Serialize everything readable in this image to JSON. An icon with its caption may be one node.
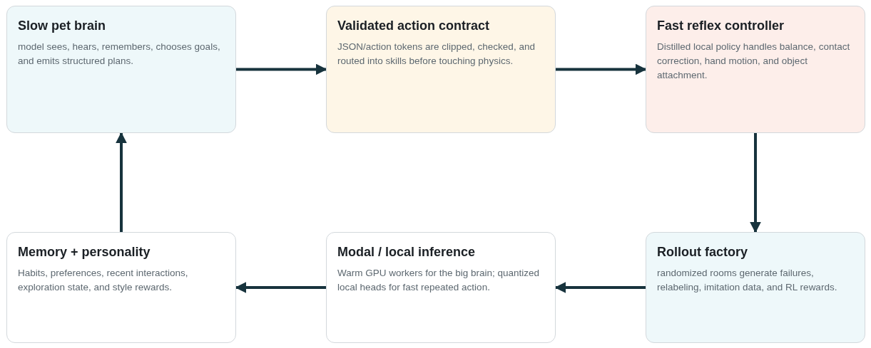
{
  "diagram": {
    "nodes": [
      {
        "text": [
          "Slow pet brain",
          "model sees, hears, remembers, chooses goals, and emits structured plans."
        ]
      },
      {
        "text": [
          "Validated action contract",
          "JSON/action tokens are clipped, checked, and routed into skills before touching physics."
        ]
      },
      {
        "text": [
          "Fast reflex controller",
          "Distilled local policy handles balance, contact correction, hand motion, and object attachment."
        ]
      },
      {
        "text": [
          "Memory + personality",
          "Habits, preferences, recent interactions, exploration state, and style rewards."
        ]
      },
      {
        "text": [
          "Modal / local inference",
          "Warm GPU workers for the big brain; quantized local heads for fast repeated action."
        ]
      },
      {
        "text": [
          "Rollout factory",
          "randomized rooms generate failures, relabeling, imitation data, and RL rewards."
        ]
      }
    ],
    "edges": [
      {
        "from": 0,
        "to": 1,
        "arrow": "to"
      },
      {
        "from": 1,
        "to": 2,
        "arrow": "to"
      },
      {
        "from": 2,
        "to": 5,
        "arrow": "to"
      },
      {
        "from": 5,
        "to": 4,
        "arrow": "to"
      },
      {
        "from": 4,
        "to": 3,
        "arrow": "to"
      },
      {
        "from": 3,
        "to": 0,
        "arrow": "to"
      }
    ]
  }
}
